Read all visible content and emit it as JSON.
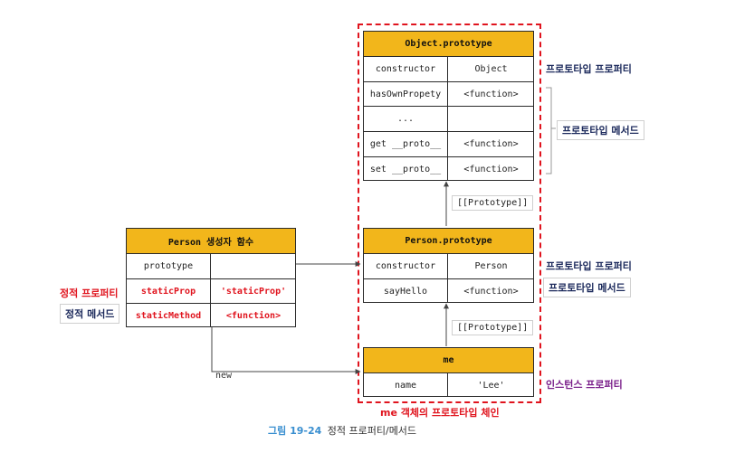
{
  "object_prototype": {
    "title": "Object.prototype",
    "rows": [
      {
        "key": "constructor",
        "value": "Object"
      },
      {
        "key": "hasOwnPropety",
        "value": "<function>"
      },
      {
        "key": "...",
        "value": ""
      },
      {
        "key": "get __proto__",
        "value": "<function>"
      },
      {
        "key": "set __proto__",
        "value": "<function>"
      }
    ]
  },
  "person_prototype": {
    "title": "Person.prototype",
    "rows": [
      {
        "key": "constructor",
        "value": "Person"
      },
      {
        "key": "sayHello",
        "value": "<function>"
      }
    ]
  },
  "me_instance": {
    "title": "me",
    "rows": [
      {
        "key": "name",
        "value": "'Lee'"
      }
    ]
  },
  "person_constructor": {
    "title": "Person 생성자 함수",
    "rows": [
      {
        "key": "prototype",
        "value": ""
      },
      {
        "key": "staticProp",
        "value": "'staticProp'"
      },
      {
        "key": "staticMethod",
        "value": "<function>"
      }
    ]
  },
  "labels": {
    "proto_link_1": "[[Prototype]]",
    "proto_link_2": "[[Prototype]]",
    "new_label": "new",
    "object_proto_property": "프로토타입 프로퍼티",
    "object_proto_method": "프로토타입 메서드",
    "person_proto_property": "프로토타입 프로퍼티",
    "person_proto_method": "프로토타입 메서드",
    "instance_property": "인스턴스 프로퍼티",
    "static_property": "정적 프로퍼티",
    "static_method": "정적 메서드",
    "chain_caption": "me 객체의 프로토타입 체인"
  },
  "figure": {
    "number": "그림 19-24",
    "title": "정적 프로퍼티/메서드"
  },
  "colors": {
    "header_fill": "#f2b61b",
    "dashed_border": "#e0141e",
    "static_text": "#e0141e",
    "navy_label": "#1c2a5c",
    "instance_label": "#7a1f8a",
    "figure_number": "#3a8fd0"
  }
}
